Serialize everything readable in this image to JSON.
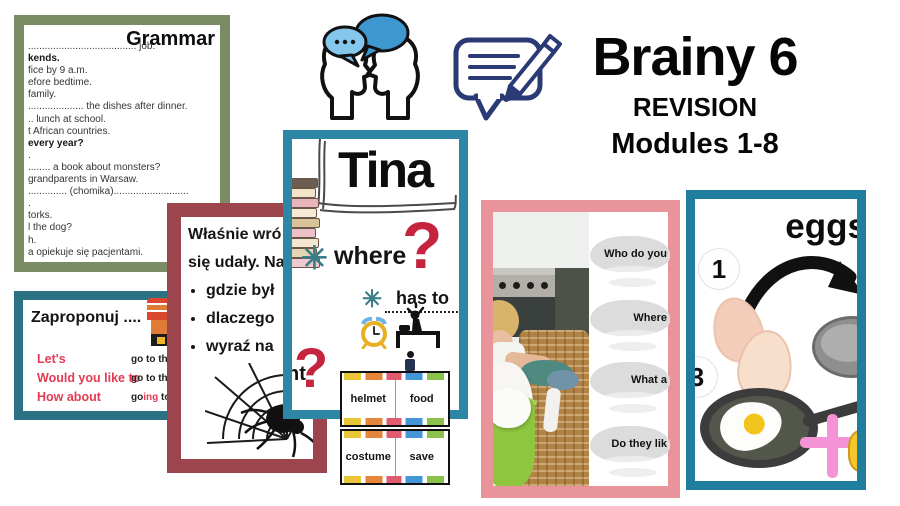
{
  "header": {
    "title": "Brainy 6",
    "subtitle": "REVISION",
    "modules": "Modules 1-8"
  },
  "grammar_card": {
    "heading": "Grammar",
    "lines": [
      "....................................... job.",
      "kends.",
      "fice by 9 a.m.",
      "efore bedtime.",
      "family.",
      ".................... the dishes after dinner.",
      ".. lunch at school.",
      "t African countries.",
      "every year?",
      ".",
      "........ a book about monsters?",
      "grandparents in Warsaw.",
      ".............. (chomika)...........................",
      ".",
      "torks.",
      "l the dog?",
      "h.",
      "a opiekuje się pacjentami."
    ]
  },
  "suggest_card": {
    "heading": "Zaproponuj ....",
    "rows": [
      {
        "starter": "Let's",
        "prefix": "go to the",
        "accent": "",
        "suffix": ""
      },
      {
        "starter": "Would you like to",
        "prefix": "go to the c",
        "accent": "",
        "suffix": ""
      },
      {
        "starter": "How about",
        "prefix": "go",
        "accent": "ing",
        "suffix": " to the"
      }
    ]
  },
  "task_card": {
    "line1": "Właśnie wró",
    "line2": "się udały. Na",
    "bullets": [
      "gdzie był",
      "dlaczego",
      "wyraź na"
    ]
  },
  "tina_card": {
    "title": "Tina",
    "q1_label": "where",
    "q1_mark": "?",
    "q2_label": "has to",
    "q3_clipped": "nt",
    "q3_mark": "?"
  },
  "vocab_table": {
    "cells": [
      "helmet",
      "food",
      "costume",
      "save"
    ]
  },
  "photo_card": {
    "questions": [
      "Who do you",
      "Where",
      "What a",
      "Do they lik"
    ]
  },
  "eggs_card": {
    "heading": "eggs",
    "step1": "1",
    "step3": "3"
  },
  "colors": {
    "grammar-border": "#7a8c64",
    "suggest-border": "#2c7285",
    "task-border": "#9d454d",
    "tina-border": "#2d86a4",
    "photo-border": "#e8949a",
    "eggs-border": "#1f7e9d",
    "question-red": "#c4243e",
    "asterisk-teal": "#397d86",
    "starter-red": "#e23b52",
    "plus-pink": "#f493d6"
  }
}
